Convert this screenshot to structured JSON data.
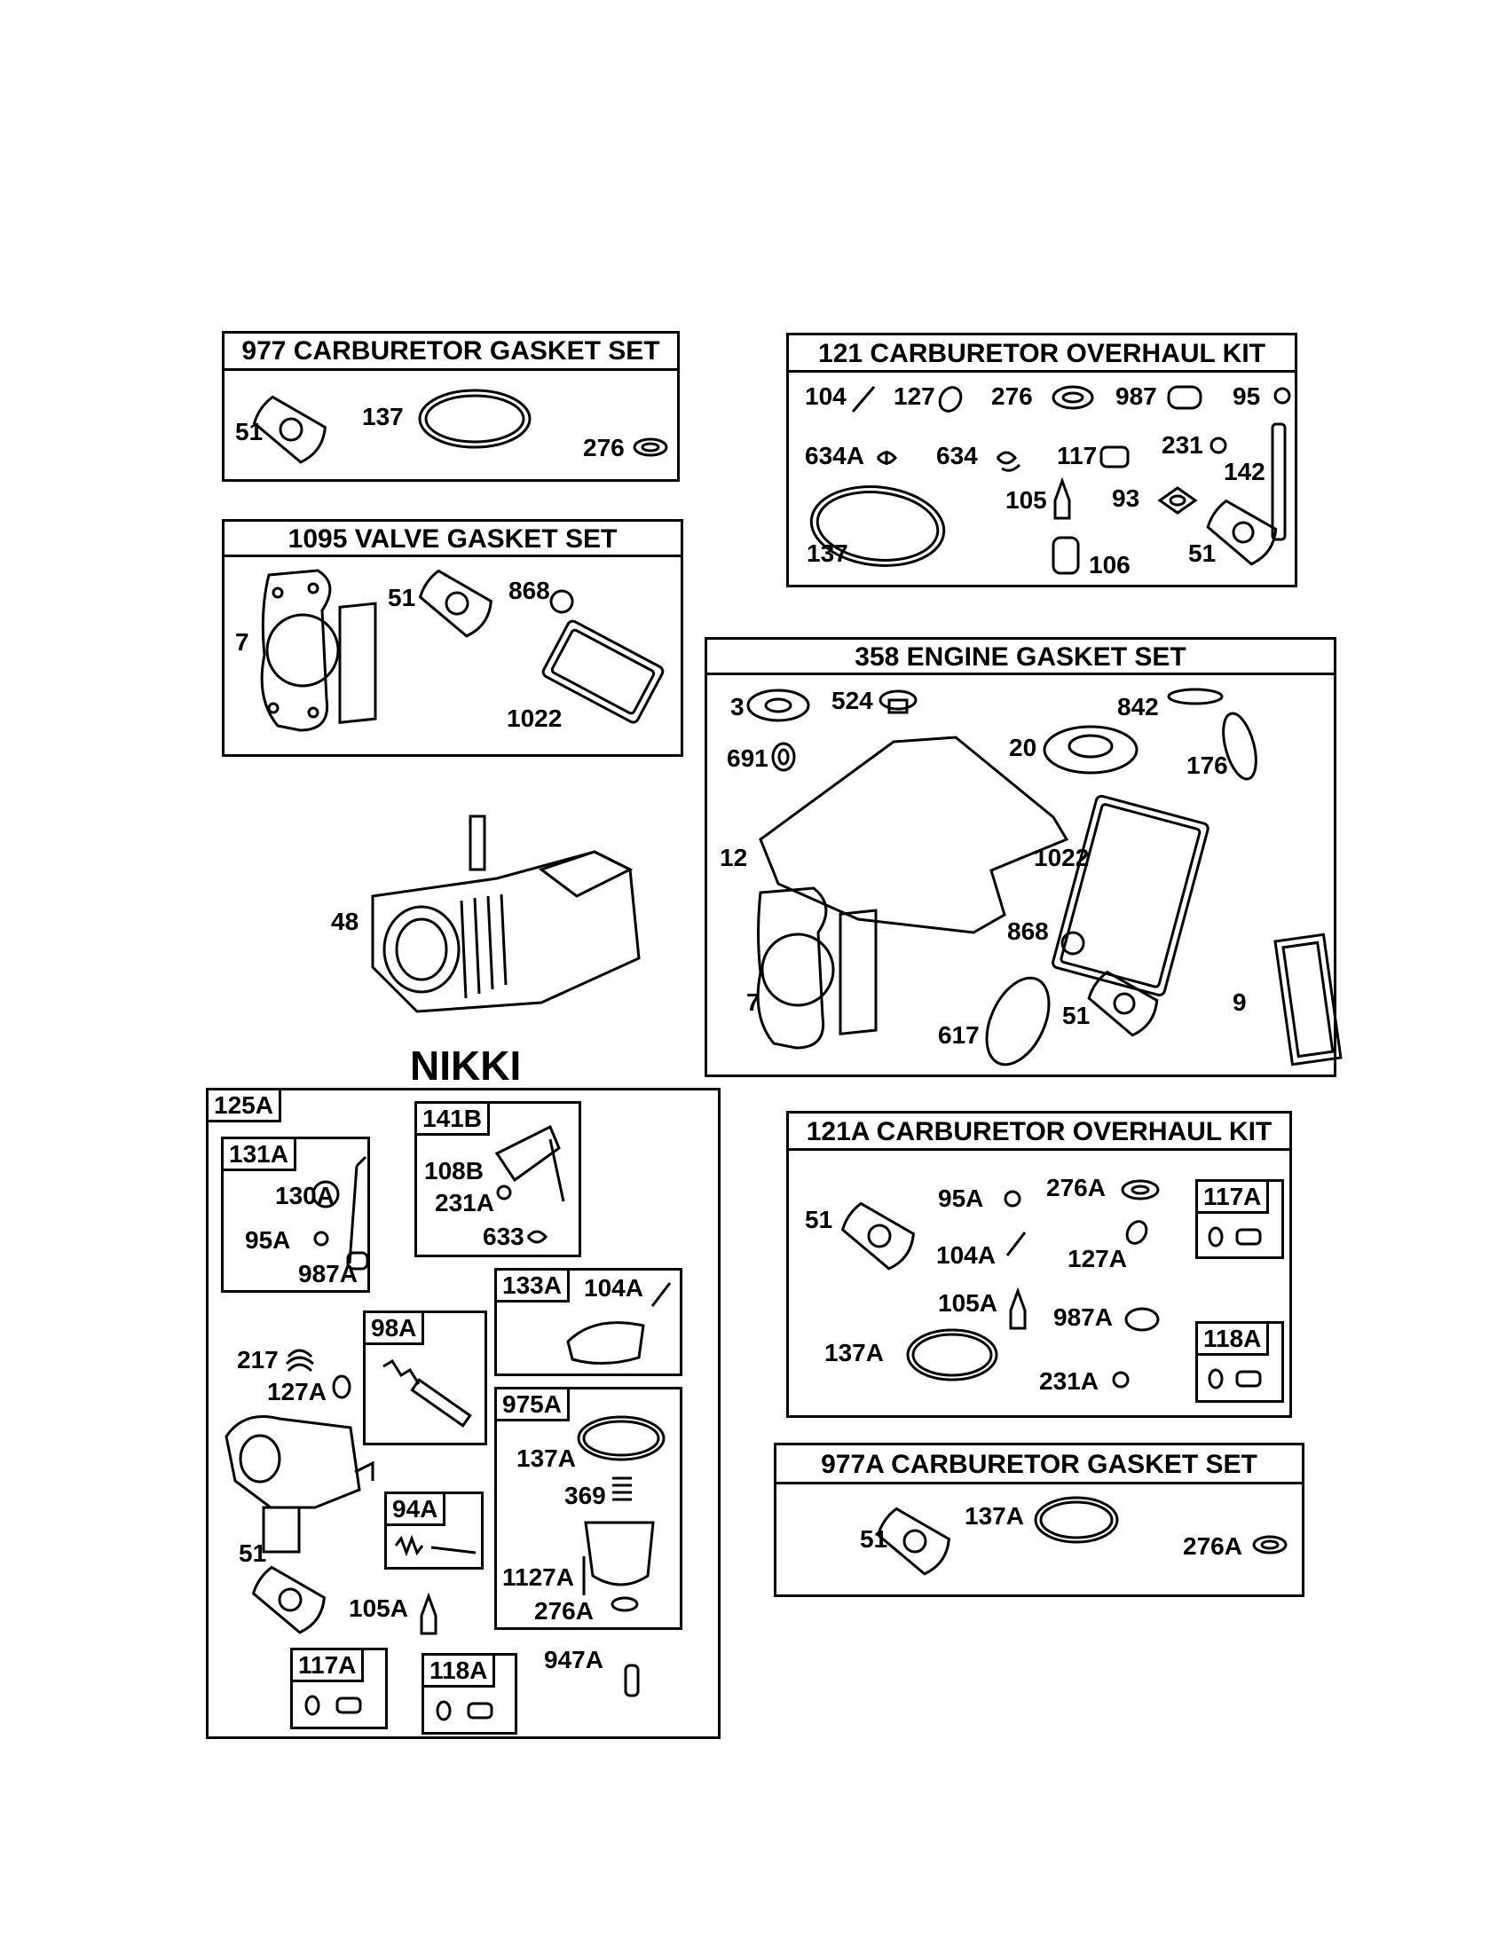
{
  "kits": {
    "k977": {
      "title": "977 CARBURETOR GASKET SET",
      "labels": [
        "51",
        "137",
        "276"
      ]
    },
    "k121": {
      "title": "121 CARBURETOR OVERHAUL KIT",
      "labels": [
        "104",
        "127",
        "276",
        "987",
        "95",
        "634A",
        "634",
        "117",
        "231",
        "142",
        "105",
        "93",
        "137",
        "106",
        "51"
      ]
    },
    "k1095": {
      "title": "1095 VALVE GASKET SET",
      "labels": [
        "7",
        "51",
        "868",
        "1022"
      ]
    },
    "k358": {
      "title": "358 ENGINE GASKET SET",
      "labels": [
        "3",
        "524",
        "842",
        "691",
        "20",
        "176",
        "12",
        "1022",
        "868",
        "7",
        "617",
        "51",
        "9"
      ]
    },
    "k121a": {
      "title": "121A CARBURETOR OVERHAUL KIT",
      "labels": [
        "51",
        "95A",
        "276A",
        "127A",
        "104A",
        "105A",
        "987A",
        "137A",
        "231A"
      ],
      "subs": [
        {
          "tag": "117A"
        },
        {
          "tag": "118A"
        }
      ]
    },
    "k977a": {
      "title": "977A CARBURETOR GASKET SET",
      "labels": [
        "51",
        "137A",
        "276A"
      ]
    }
  },
  "engine": {
    "label": "48"
  },
  "nikki": {
    "title": "NIKKI",
    "outer_tag": "125A",
    "subs": [
      {
        "tag": "131A",
        "labels": [
          "130A",
          "95A",
          "987A"
        ]
      },
      {
        "tag": "141B",
        "labels": [
          "108B",
          "231A",
          "633"
        ]
      },
      {
        "tag": "133A",
        "labels": [
          "104A"
        ]
      },
      {
        "tag": "98A",
        "labels": []
      },
      {
        "tag": "975A",
        "labels": [
          "137A",
          "369",
          "1127A",
          "276A"
        ]
      },
      {
        "tag": "94A",
        "labels": []
      },
      {
        "tag": "117A",
        "labels": []
      },
      {
        "tag": "118A",
        "labels": []
      }
    ],
    "labels": [
      "217",
      "127A",
      "51",
      "105A",
      "947A"
    ]
  }
}
